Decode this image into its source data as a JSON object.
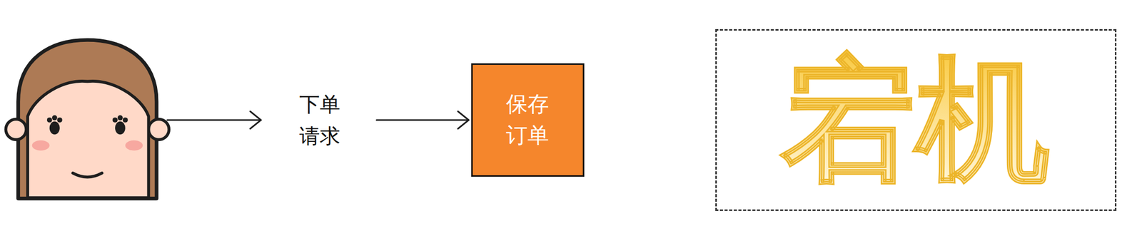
{
  "diagram": {
    "nodes": [
      {
        "text": [
          "保存 订单"
        ]
      },
      {
        "text": [
          "宕机"
        ]
      }
    ],
    "labels": [
      "下单 请求"
    ]
  }
}
